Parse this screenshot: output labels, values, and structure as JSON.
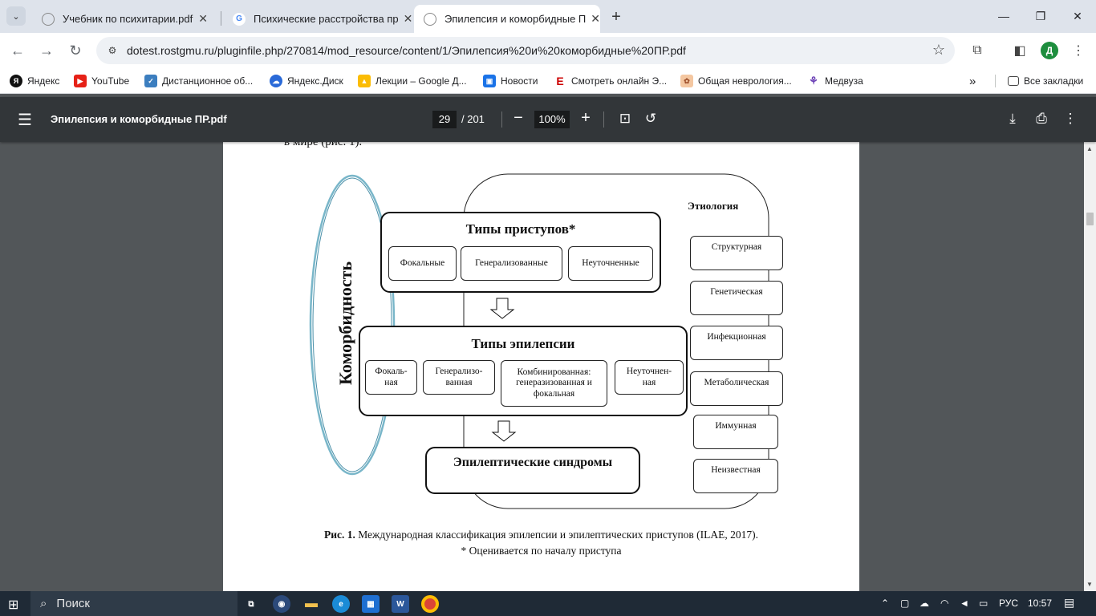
{
  "tabs": [
    {
      "title": "Учебник по психитарии.pdf",
      "icon": "globe-icon"
    },
    {
      "title": "Психические расстройства пр",
      "icon": "google-icon"
    },
    {
      "title": "Эпилепсия и коморбидные П",
      "icon": "globe-icon"
    }
  ],
  "address": {
    "url": "dotest.rostgmu.ru/pluginfile.php/270814/mod_resource/content/1/Эпилепсия%20и%20коморбидные%20ПР.pdf"
  },
  "profile_initial": "Д",
  "bookmarks": {
    "items": [
      "Яндекс",
      "YouTube",
      "Дистанционное об...",
      "Яндекс.Диск",
      "Лекции – Google Д...",
      "Новости",
      "Смотреть онлайн Э...",
      "Общая неврология...",
      "Медвуза"
    ],
    "all_label": "Все закладки"
  },
  "pdf": {
    "title": "Эпилепсия и коморбидные ПР.pdf",
    "page_current": "29",
    "page_total": "/ 201",
    "zoom": "100%"
  },
  "figure": {
    "top_line": "в мире (рис. 1).",
    "comorbidity": "Коморбидность",
    "etiology": "Этиология",
    "seizures_title": "Типы приступов*",
    "seizures": [
      "Фокальные",
      "Генерализованные",
      "Неуточненные"
    ],
    "epilepsy_title": "Типы эпилепсии",
    "epilepsy": [
      "Фокаль-\nная",
      "Генерализо-\nванная",
      "Комбинированная:\nгенеразизованная и\nфокальная",
      "Неуточнен-\nная"
    ],
    "syndromes": "Эпилептические синдромы",
    "etiology_items": [
      "Структурная",
      "Генетическая",
      "Инфекционная",
      "Метаболическая",
      "Иммунная",
      "Неизвестная"
    ],
    "caption_bold": "Рис. 1.",
    "caption_text": " Международная классификация эпилепсии и эпилептических приступов (ILAE, 2017).",
    "caption_note": "* Оценивается по началу приступа"
  },
  "taskbar": {
    "search_label": "Поиск",
    "lang": "РУС",
    "time": "10:57"
  }
}
